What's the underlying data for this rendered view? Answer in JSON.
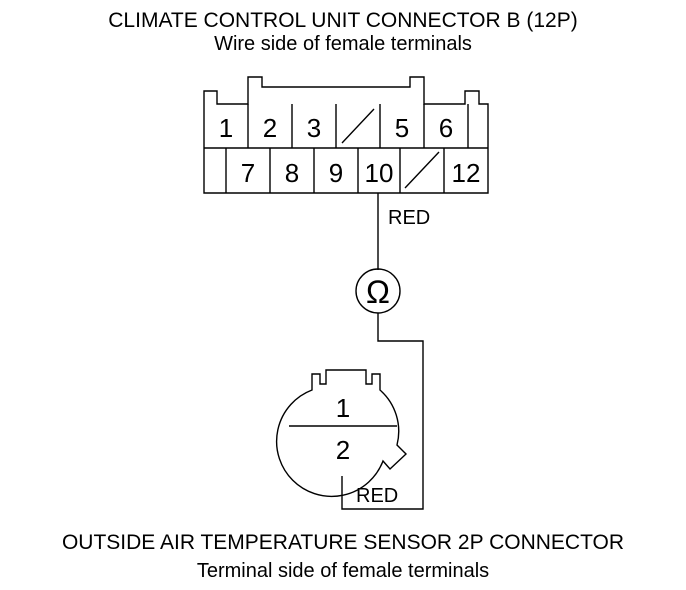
{
  "top_connector": {
    "title": "CLIMATE CONTROL UNIT CONNECTOR B (12P)",
    "subtitle": "Wire side of female terminals",
    "row1": [
      "1",
      "2",
      "3",
      "",
      "5",
      "6"
    ],
    "row2": [
      "7",
      "8",
      "9",
      "10",
      "",
      "12"
    ],
    "wire_label": "RED"
  },
  "meter": {
    "symbol": "Ω"
  },
  "bottom_connector": {
    "terminal_1": "1",
    "terminal_2": "2",
    "wire_label": "RED",
    "title": "OUTSIDE AIR TEMPERATURE SENSOR 2P CONNECTOR",
    "subtitle": "Terminal side of female terminals"
  }
}
